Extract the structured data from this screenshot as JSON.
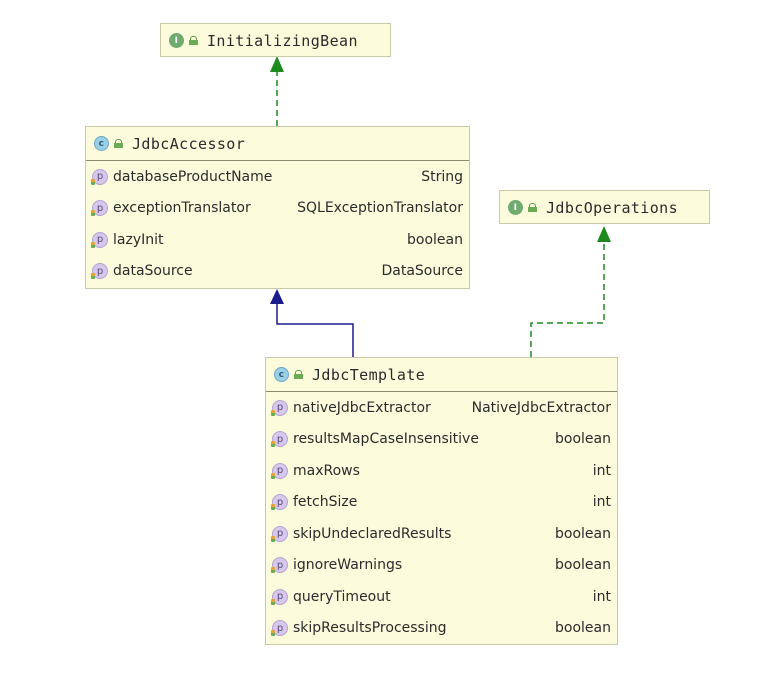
{
  "colors": {
    "box_fill": "#fcfcdc",
    "box_border": "#c9c9a6",
    "implements_arrow": "#1d8a1d",
    "extends_arrow": "#1c1c8c",
    "interface_badge": "#6faa6f",
    "class_badge": "#9ad0e6",
    "property_badge": "#d6c7ec"
  },
  "icons": {
    "interface": "I",
    "class": "c",
    "property": "p"
  },
  "nodes": {
    "initializing_bean": {
      "kind": "interface",
      "title": "InitializingBean"
    },
    "jdbc_operations": {
      "kind": "interface",
      "title": "JdbcOperations"
    },
    "jdbc_accessor": {
      "kind": "class",
      "title": "JdbcAccessor",
      "members": [
        {
          "name": "databaseProductName",
          "type": "String"
        },
        {
          "name": "exceptionTranslator",
          "type": "SQLExceptionTranslator"
        },
        {
          "name": "lazyInit",
          "type": "boolean"
        },
        {
          "name": "dataSource",
          "type": "DataSource"
        }
      ]
    },
    "jdbc_template": {
      "kind": "class",
      "title": "JdbcTemplate",
      "members": [
        {
          "name": "nativeJdbcExtractor",
          "type": "NativeJdbcExtractor"
        },
        {
          "name": "resultsMapCaseInsensitive",
          "type": "boolean"
        },
        {
          "name": "maxRows",
          "type": "int"
        },
        {
          "name": "fetchSize",
          "type": "int"
        },
        {
          "name": "skipUndeclaredResults",
          "type": "boolean"
        },
        {
          "name": "ignoreWarnings",
          "type": "boolean"
        },
        {
          "name": "queryTimeout",
          "type": "int"
        },
        {
          "name": "skipResultsProcessing",
          "type": "boolean"
        }
      ]
    }
  },
  "edges": [
    {
      "from": "jdbc_accessor",
      "to": "initializing_bean",
      "relation": "implements"
    },
    {
      "from": "jdbc_template",
      "to": "jdbc_accessor",
      "relation": "extends"
    },
    {
      "from": "jdbc_template",
      "to": "jdbc_operations",
      "relation": "implements"
    }
  ]
}
